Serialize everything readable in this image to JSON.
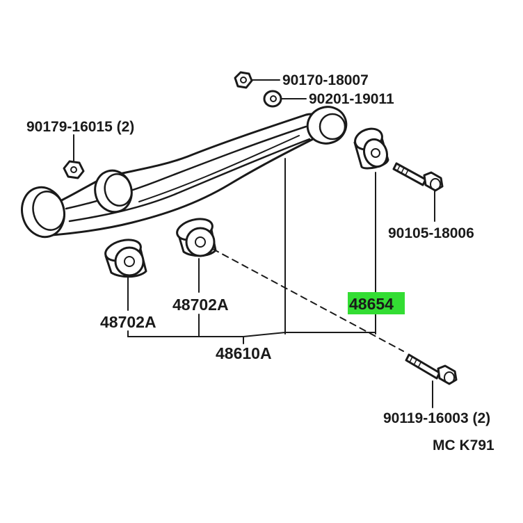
{
  "labels": {
    "nut_top": "90170-18007",
    "washer_top": "90201-19011",
    "nut_left": "90179-16015 (2)",
    "bolt_right": "90105-18006",
    "bushing_highlighted": "48654",
    "bushing_center": "48702A",
    "bushing_left": "48702A",
    "arm_assembly": "48610A",
    "bolt_bottom": "90119-16003 (2)",
    "diagram_code": "MC K791"
  },
  "colors": {
    "highlight": "#33dd33",
    "ink": "#1a1a1a",
    "background": "#ffffff"
  }
}
